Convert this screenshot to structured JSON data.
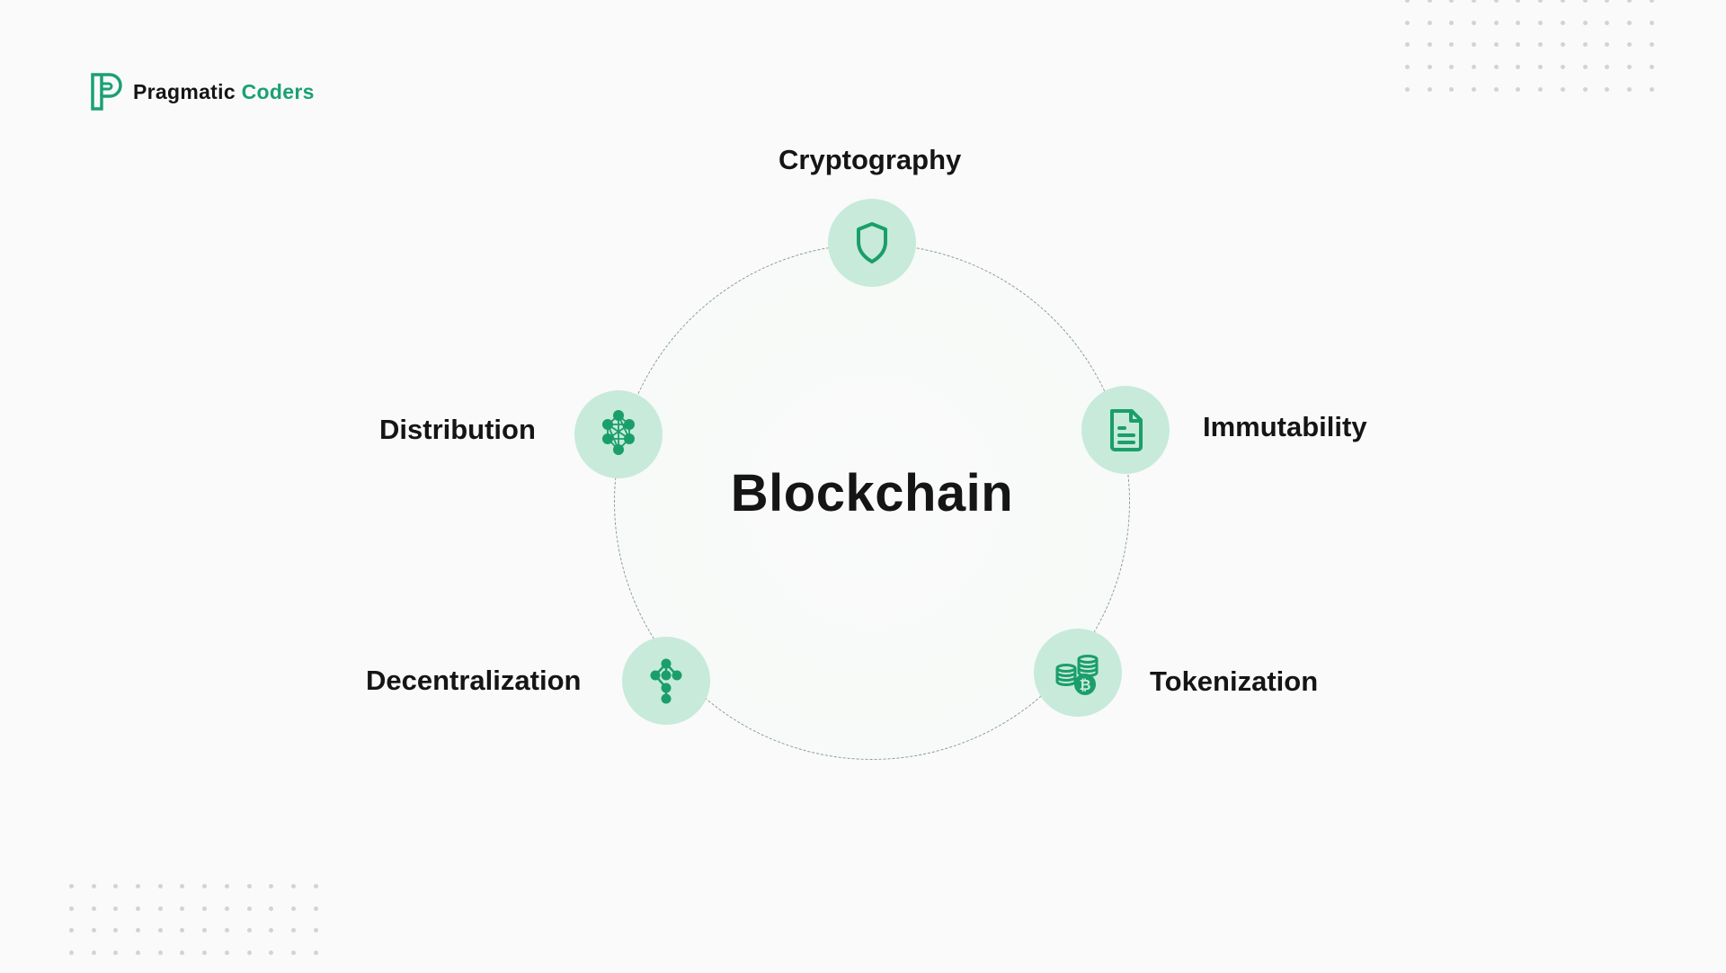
{
  "brand": {
    "name_primary": "Pragmatic",
    "name_accent": "Coders",
    "accent_color": "#1aa173"
  },
  "diagram": {
    "title": "Blockchain",
    "nodes": [
      {
        "label": "Cryptography",
        "icon": "shield-icon"
      },
      {
        "label": "Immutability",
        "icon": "document-icon"
      },
      {
        "label": "Tokenization",
        "icon": "coins-bitcoin-icon"
      },
      {
        "label": "Decentralization",
        "icon": "tree-network-icon"
      },
      {
        "label": "Distribution",
        "icon": "mesh-network-icon"
      }
    ],
    "colors": {
      "icon_bg": "#c7eadb",
      "icon_fg": "#1a9e6a",
      "text": "#151515",
      "background": "#fafafa"
    }
  }
}
